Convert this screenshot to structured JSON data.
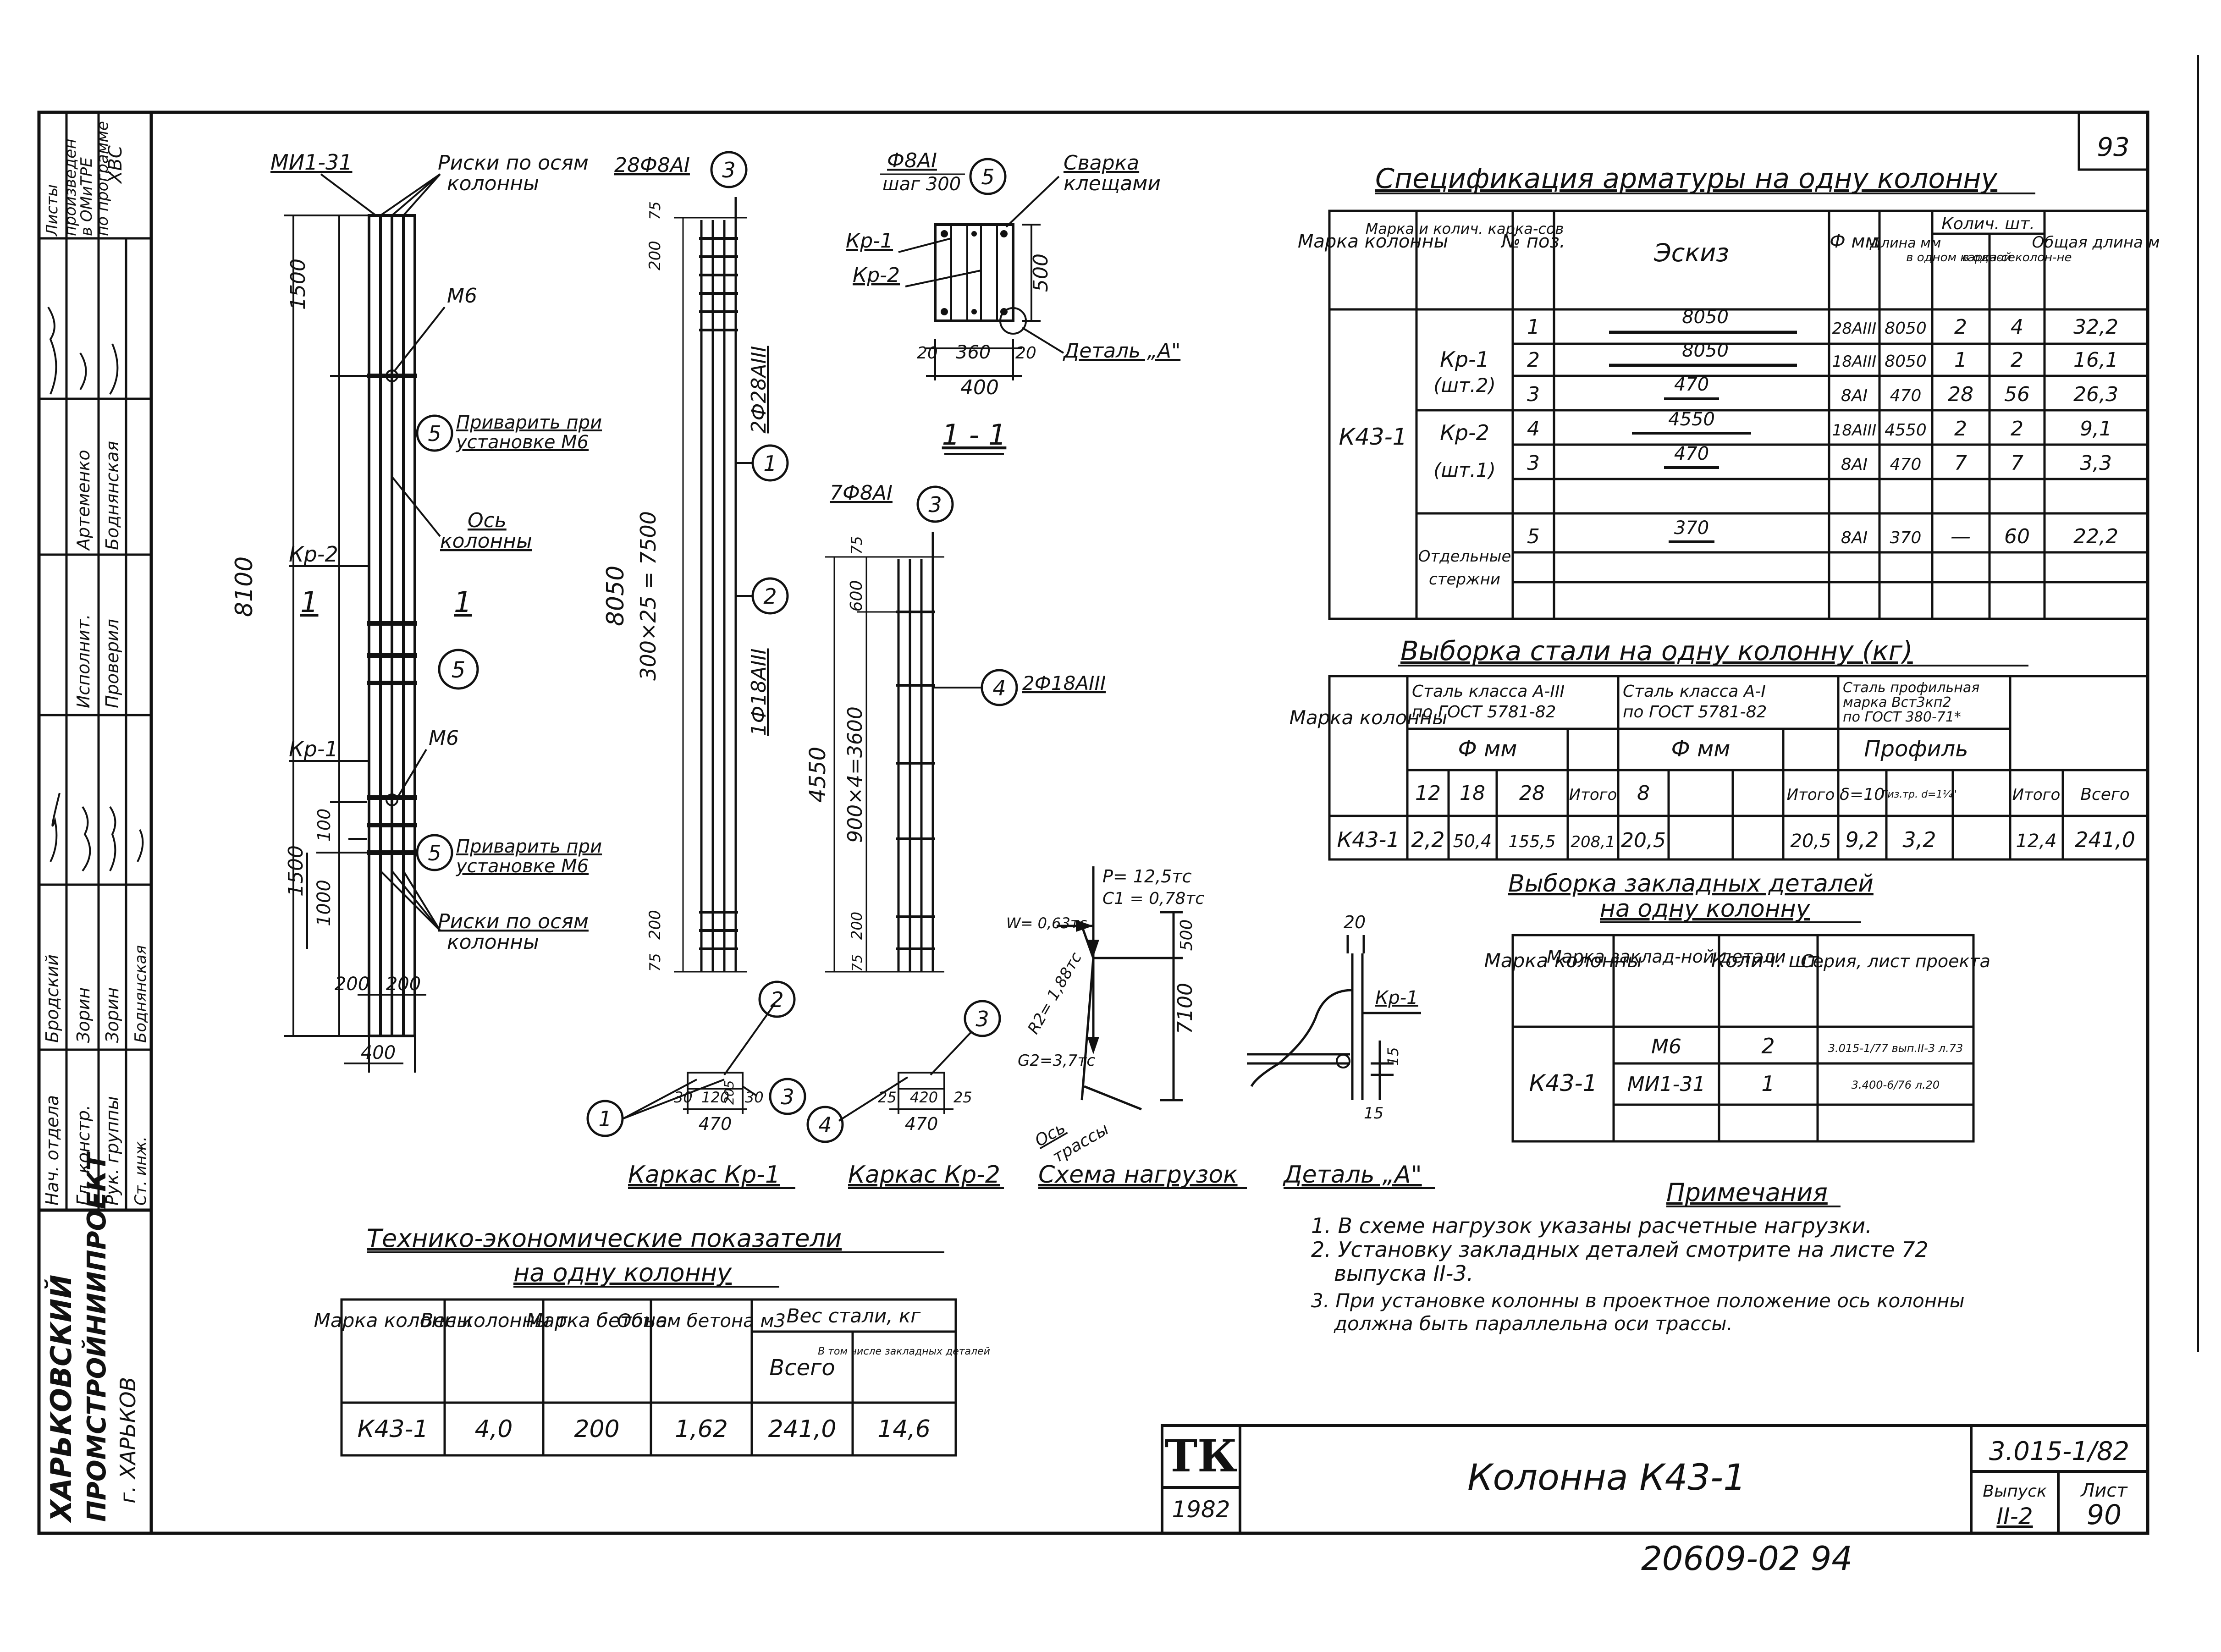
{
  "stamp": {
    "page_top": "93",
    "notes": [
      "Листы",
      "произведен",
      "в ОМиТРЕ",
      "по программе",
      "ХВС"
    ],
    "staff": [
      {
        "role": "Нач. отдела",
        "name": "Бродский"
      },
      {
        "role": "Гл. констр.",
        "name": "Зорин"
      },
      {
        "role": "Рук. группы",
        "name": "Зорин"
      },
      {
        "role": "Ст. инж.",
        "name": "Боднянская"
      },
      {
        "role": "Исполнит.",
        "name": "Артеменко"
      },
      {
        "role": "Проверил",
        "name": "Боднянская"
      }
    ],
    "org": [
      "ХАРЬКОВСКИЙ",
      "ПРОМСТРОЙНИИПРОЕКТ",
      "г. ХАРЬКОВ"
    ]
  },
  "column_view": {
    "top_label": "МИ1-31",
    "risk_top": [
      "Риски по осям",
      "колонны"
    ],
    "risk_bottom": [
      "Риски по осям",
      "колонны"
    ],
    "m6_top": "М6",
    "m6_bottom": "М6",
    "weld_top": [
      "Приварить при",
      "установке М6"
    ],
    "weld_bottom": [
      "Приварить при",
      "установке М6"
    ],
    "axis": [
      "Ось",
      "колонны"
    ],
    "kr2": "Кр-2",
    "kr1": "Кр-1",
    "section_left": "1",
    "section_right": "1",
    "dims": {
      "h_total": "8100",
      "top": "1500",
      "bottom": "1500",
      "d1000": "1000",
      "d100": "100",
      "w200a": "200",
      "w200b": "200",
      "w400": "400"
    },
    "marker": "5"
  },
  "frame_kr1": {
    "top_label": "28Ф8АI",
    "top_marker": "3",
    "dims": {
      "d75": "75",
      "d200": "200",
      "length": "8050",
      "pitch": "300×25 = 7500",
      "bot200": "200",
      "bot75": "75"
    },
    "bar1": "2Ф28АIII",
    "bar2": "1Ф18АIII",
    "m1": "1",
    "m2": "2"
  },
  "frame_kr2": {
    "top_label": "7Ф8АI",
    "top_marker": "3",
    "dims": {
      "d75": "75",
      "d600": "600",
      "length": "4550",
      "pitch": "900×4=3600",
      "bot200": "200",
      "bot75": "75"
    },
    "bar": "2Ф18АIII",
    "marker": "4"
  },
  "section": {
    "top_label": "Ф8АI",
    "step": "шаг 300",
    "marker": "5",
    "weld": [
      "Сварка",
      "клещами"
    ],
    "kr1": "Кр-1",
    "kr2": "Кр-2",
    "h500": "500",
    "d20a": "20",
    "d360": "360",
    "d20b": "20",
    "d400": "400",
    "detail": "Деталь „А\"",
    "caption": "1 - 1"
  },
  "spec": {
    "title": "Спецификация арматуры на одну колонну",
    "headers": [
      "Марка колонны",
      "Марка и колич. карка-сов",
      "№ поз.",
      "Эскиз",
      "Ф мм",
      "Длина мм",
      "Колич. шт.",
      "в одном карка-се",
      "в одной колон-не",
      "Общая длина м"
    ],
    "column_mark": "К43-1",
    "group1": [
      "Кр-1",
      "(шт.2)"
    ],
    "group2": [
      "Кр-2",
      "(шт.1)"
    ],
    "group3": [
      "Отдельные",
      "стержни"
    ],
    "rows": [
      {
        "pos": "1",
        "sketch": "8050",
        "d": "28АIII",
        "len": "8050",
        "in_frame": "2",
        "in_col": "4",
        "total": "32,2"
      },
      {
        "pos": "2",
        "sketch": "8050",
        "d": "18АIII",
        "len": "8050",
        "in_frame": "1",
        "in_col": "2",
        "total": "16,1"
      },
      {
        "pos": "3",
        "sketch": "470",
        "d": "8АI",
        "len": "470",
        "in_frame": "28",
        "in_col": "56",
        "total": "26,3"
      },
      {
        "pos": "4",
        "sketch": "4550",
        "d": "18АIII",
        "len": "4550",
        "in_frame": "2",
        "in_col": "2",
        "total": "9,1"
      },
      {
        "pos": "3",
        "sketch": "470",
        "d": "8АI",
        "len": "470",
        "in_frame": "7",
        "in_col": "7",
        "total": "3,3"
      },
      {
        "pos": "5",
        "sketch": "370",
        "d": "8АI",
        "len": "370",
        "in_frame": "—",
        "in_col": "60",
        "total": "22,2"
      }
    ]
  },
  "steel": {
    "title": "Выборка стали на одну колонну (кг)",
    "mark_header": "Марка колонны",
    "g1": [
      "Сталь класса А-III",
      "по ГОСТ 5781-82"
    ],
    "g2": [
      "Сталь класса А-I",
      "по ГОСТ 5781-82"
    ],
    "g3": [
      "Сталь профильная",
      "марка Вст3кп2",
      "по ГОСТ 380-71*"
    ],
    "phi1": "Ф мм",
    "phi2": "Ф мм",
    "profile": "Профиль",
    "sub": [
      "12",
      "18",
      "28",
      "Итого",
      "8",
      "Итого",
      "δ=10",
      "Гиз.тр. d=1¼\"",
      "Итого",
      "Всего"
    ],
    "row": [
      "К43-1",
      "2,2",
      "50,4",
      "155,5",
      "208,1",
      "20,5",
      "20,5",
      "9,2",
      "3,2",
      "12,4",
      "241,0"
    ]
  },
  "embedded": {
    "title1": "Выборка закладных деталей",
    "title2": "на одну колонну",
    "headers": [
      "Марка колонны",
      "Марка заклад-ной детали",
      "Колич. шт.",
      "Серия, лист проекта"
    ],
    "mark": "К43-1",
    "rows": [
      {
        "part": "М6",
        "qty": "2",
        "series": "3.015-1/77 вып.II-3 л.73"
      },
      {
        "part": "МИ1-31",
        "qty": "1",
        "series": "3.400-6/76 л.20"
      }
    ]
  },
  "kr1_detail": {
    "m1": "1",
    "m2": "2",
    "m3": "3",
    "d30a": "30",
    "d120": "120",
    "d30b": "30",
    "d470": "470",
    "d205": "205",
    "caption": "Каркас Кр-1"
  },
  "kr2_detail": {
    "m3": "3",
    "m4": "4",
    "d25a": "25",
    "d420": "420",
    "d25b": "25",
    "d470": "470",
    "caption": "Каркас Кр-2"
  },
  "loads": {
    "p": "P= 12,5тс",
    "c1": "C1 = 0,78тс",
    "w": "W= 0,63тс",
    "r": "R2= 1,88тс",
    "g": "G2=3,7тс",
    "d500": "500",
    "d7100": "7100",
    "axis": [
      "Ось",
      "трассы"
    ],
    "caption": "Схема нагрузок"
  },
  "detail_a": {
    "d20": "20",
    "kr1": "Кр-1",
    "d15a": "15",
    "d15b": "15",
    "caption": "Деталь „А\""
  },
  "notes": {
    "title": "Примечания",
    "items": [
      "1. В схеме нагрузок указаны расчетные нагрузки.",
      "2. Установку закладных деталей смотрите на листе 72",
      "выпуска II-3.",
      "3. При установке колонны в проектное положение ось колонны",
      "должна быть параллельна оси трассы."
    ]
  },
  "tech": {
    "title1": "Технико-экономические показатели",
    "title2": "на одну колонну",
    "headers": [
      "Марка колонны",
      "Вес колонны т",
      "Марка бетона",
      "Объем бетона м3",
      "Вес стали, кг",
      "Всего",
      "В том числе закладных деталей"
    ],
    "row": [
      "К43-1",
      "4,0",
      "200",
      "1,62",
      "241,0",
      "14,6"
    ]
  },
  "title_block": {
    "logo": "ТК",
    "year": "1982",
    "title": "Колонна К43-1",
    "series": "3.015-1/82",
    "issue_label": "Выпуск",
    "issue": "II-2",
    "sheet_label": "Лист",
    "sheet": "90"
  },
  "archive_no": "20609-02  94"
}
